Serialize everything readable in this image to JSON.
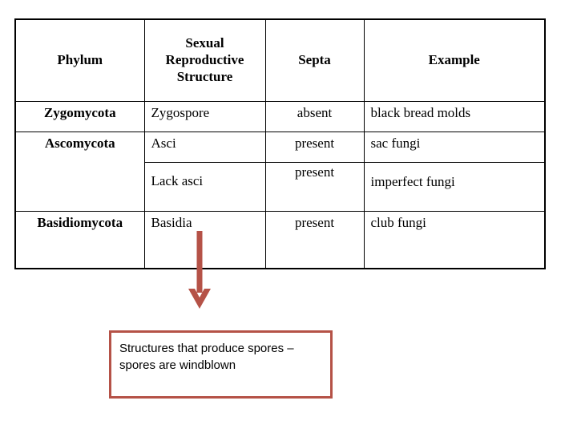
{
  "table": {
    "headers": [
      "Phylum",
      "Sexual Reproductive Structure",
      "Septa",
      "Example"
    ],
    "rows": [
      {
        "phylum": "Zygomycota",
        "structure": "Zygospore",
        "septa": "absent",
        "example": "black bread molds"
      },
      {
        "phylum": "Ascomycota",
        "structure": "Asci",
        "septa": "present",
        "example": "sac fungi"
      },
      {
        "phylum": "",
        "structure": "Lack asci",
        "septa": "present",
        "example": "imperfect fungi"
      },
      {
        "phylum": "Basidiomycota",
        "structure": "Basidia",
        "septa": "present",
        "example": "club fungi"
      }
    ]
  },
  "callout": {
    "text": "Structures that produce spores – spores are windblown"
  },
  "colors": {
    "accent": "#b55247",
    "table_border": "#000000",
    "text": "#000000",
    "background": "#ffffff"
  }
}
